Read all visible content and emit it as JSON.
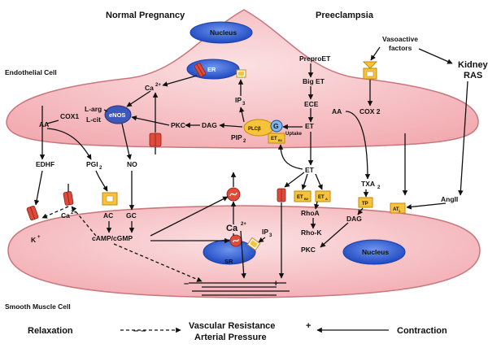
{
  "headers": {
    "normal": "Normal Pregnancy",
    "preeclampsia": "Preeclampsia"
  },
  "cells": {
    "endothelial": "Endothelial Cell",
    "smooth_muscle": "Smooth Muscle Cell",
    "nucleus_top": "Nucleus",
    "nucleus_bottom": "Nucleus",
    "er": "ER",
    "sr": "SR"
  },
  "labels": {
    "vasoactive1": "Vasoactive",
    "vasoactive2": "factors",
    "kidney": "Kidney",
    "ras": "RAS",
    "preproet": "PreproET",
    "bigpre": "Big ET",
    "ece": "ECE",
    "et_inner": "ET",
    "uptake": "Uptake",
    "et_main": "ET",
    "aa_left": "AA",
    "aa_right": "AA",
    "cox1": "COX1",
    "cox2": "COX 2",
    "larg": "L-arg",
    "lcit": "L-cit",
    "enos": "eNOS",
    "ca_top": "Ca",
    "ip3_top": "IP",
    "pkc_top": "PKC",
    "dag_top": "DAG",
    "plcb": "PLCβ",
    "g": "G",
    "pip2": "PIP",
    "etb1": "ET",
    "edhf": "EDHF",
    "pgi2": "PGI",
    "no": "NO",
    "ac": "AC",
    "gc": "GC",
    "camp": "cAMP/cGMP",
    "kplus": "K",
    "ca_left": "Ca",
    "ca_center": "Ca",
    "ip3_bot": "IP",
    "etb2": "ET",
    "eta": "ET",
    "rhoa": "RhoA",
    "rhok": "Rho-K",
    "pkc_bot": "PKC",
    "txa2": "TXA",
    "tp": "TP",
    "dag_bot": "DAG",
    "at1": "AT",
    "angii": "AngII",
    "minus_contr": "–",
    "plus_contr": "+"
  },
  "footer": {
    "relaxation": "Relaxation",
    "contraction": "Contraction",
    "vascular": "Vascular Resistance",
    "arterial": "Arterial Pressure",
    "minus": "– –",
    "plus": "+"
  },
  "colors": {
    "cell_fill": "#f4b8bc",
    "cell_stroke": "#c9767c",
    "nucleus_fill": "#2f61d6",
    "receptor_fill": "#f7c33a",
    "channel_fill": "#e04a3a",
    "enos_fill": "#3d58b8"
  }
}
